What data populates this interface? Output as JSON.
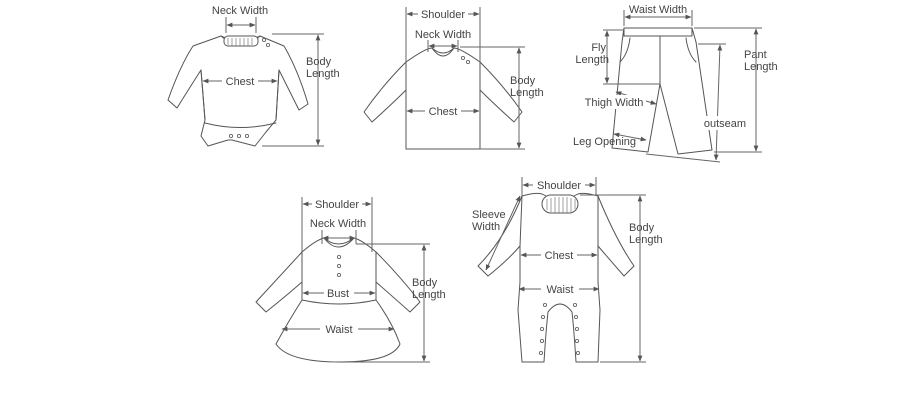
{
  "bodysuit": {
    "neck_width": "Neck Width",
    "chest": "Chest",
    "body_length_1": "Body",
    "body_length_2": "Length"
  },
  "tshirt": {
    "shoulder": "Shoulder",
    "neck_width": "Neck Width",
    "chest": "Chest",
    "body_length_1": "Body",
    "body_length_2": "Length"
  },
  "pants": {
    "waist_width": "Waist Width",
    "fly_length_1": "Fly",
    "fly_length_2": "Length",
    "pant_length_1": "Pant",
    "pant_length_2": "Length",
    "thigh_width": "Thigh Width",
    "outseam": "outseam",
    "leg_opening": "Leg Opening"
  },
  "dress": {
    "shoulder": "Shoulder",
    "neck_width": "Neck Width",
    "bust": "Bust",
    "waist": "Waist",
    "body_length_1": "Body",
    "body_length_2": "Length"
  },
  "romper": {
    "shoulder": "Shoulder",
    "sleeve_width_1": "Sleeve",
    "sleeve_width_2": "Width",
    "chest": "Chest",
    "waist": "Waist",
    "body_length_1": "Body",
    "body_length_2": "Length"
  }
}
